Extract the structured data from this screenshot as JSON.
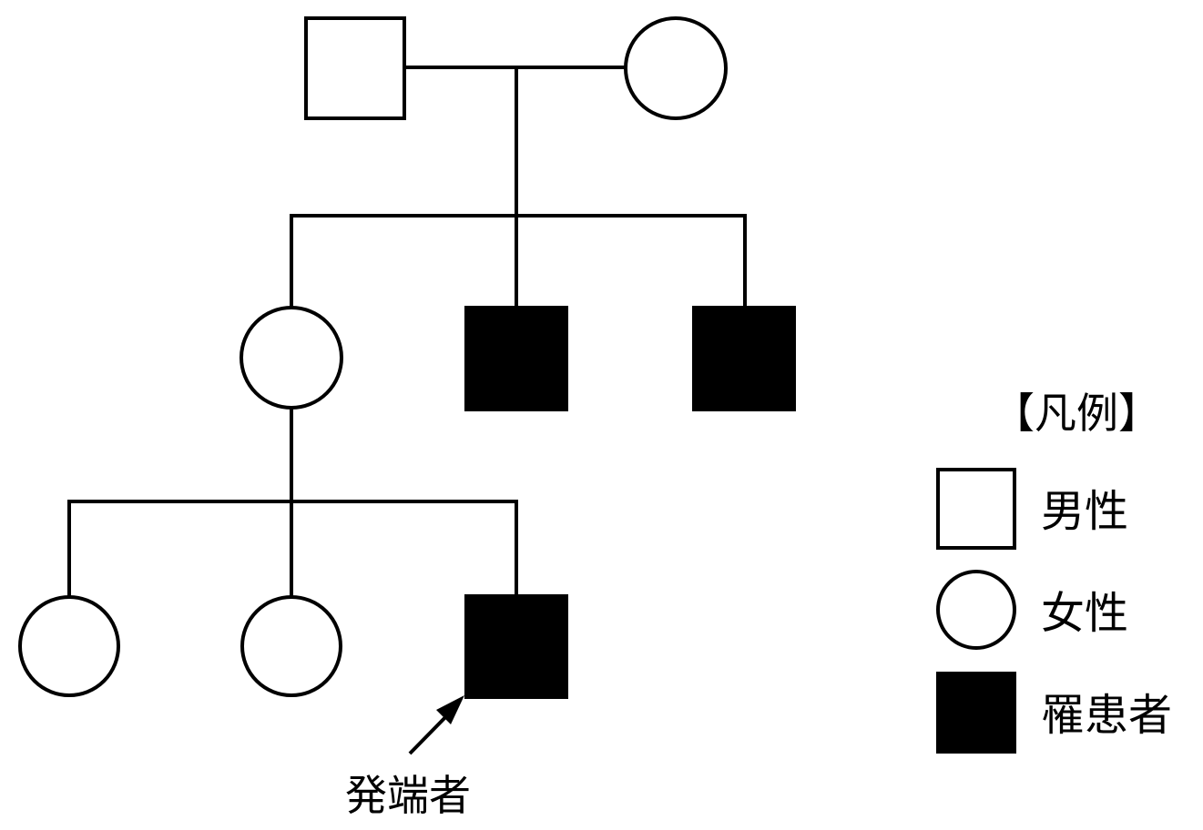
{
  "diagram": {
    "type": "pedigree",
    "colors": {
      "line": "#000000",
      "unaffected_fill": "#ffffff",
      "affected_fill": "#000000"
    },
    "individuals": [
      {
        "generation": "I",
        "sex": "male",
        "affected": false
      },
      {
        "generation": "I",
        "sex": "female",
        "affected": false
      },
      {
        "generation": "II",
        "sex": "female",
        "affected": false
      },
      {
        "generation": "II",
        "sex": "male",
        "affected": true
      },
      {
        "generation": "II",
        "sex": "male",
        "affected": true
      },
      {
        "generation": "III",
        "sex": "female",
        "affected": false
      },
      {
        "generation": "III",
        "sex": "female",
        "affected": false
      },
      {
        "generation": "III",
        "sex": "male",
        "affected": true,
        "proband": true
      }
    ],
    "proband_label": "発端者"
  },
  "legend": {
    "title": "【凡例】",
    "items": [
      {
        "symbol": "square-open",
        "label": "男性"
      },
      {
        "symbol": "circle-open",
        "label": "女性"
      },
      {
        "symbol": "square-filled",
        "label": "罹患者"
      }
    ]
  }
}
